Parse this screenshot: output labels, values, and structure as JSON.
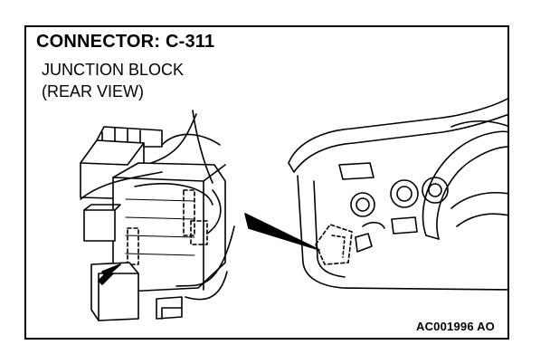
{
  "diagram": {
    "title": "CONNECTOR: C-311",
    "subtitle_line1": "JUNCTION BLOCK",
    "subtitle_line2": "(REAR VIEW)",
    "figure_code": "AC001996 AO"
  },
  "colors": {
    "ink": "#000000",
    "paper": "#ffffff"
  }
}
